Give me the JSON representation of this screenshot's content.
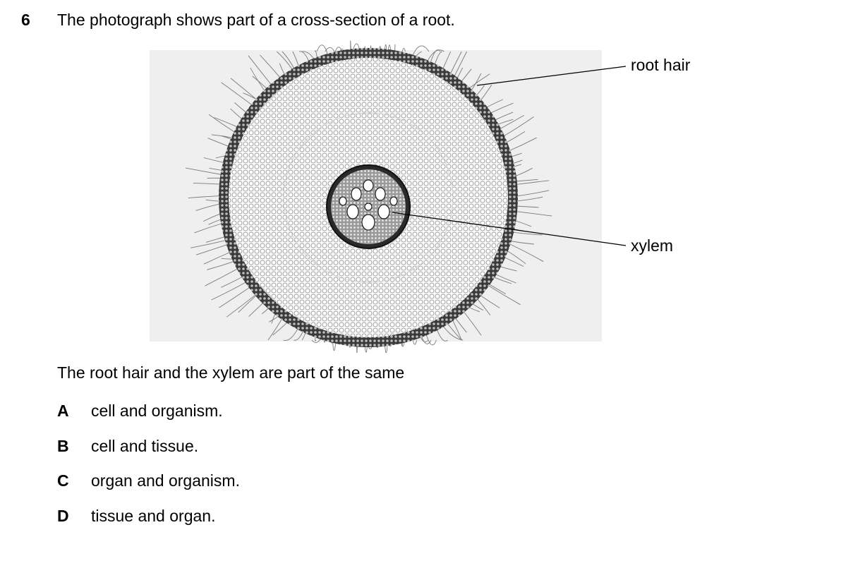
{
  "question": {
    "number": "6",
    "stem": "The photograph shows part of a cross-section of a root.",
    "lead": "The root hair and the xylem are part of the same",
    "options": [
      {
        "letter": "A",
        "text": "cell and organism."
      },
      {
        "letter": "B",
        "text": "cell and tissue."
      },
      {
        "letter": "C",
        "text": "organ and organism."
      },
      {
        "letter": "D",
        "text": "tissue and organ."
      }
    ]
  },
  "figure": {
    "labels": {
      "root_hair": "root hair",
      "xylem": "xylem"
    }
  }
}
